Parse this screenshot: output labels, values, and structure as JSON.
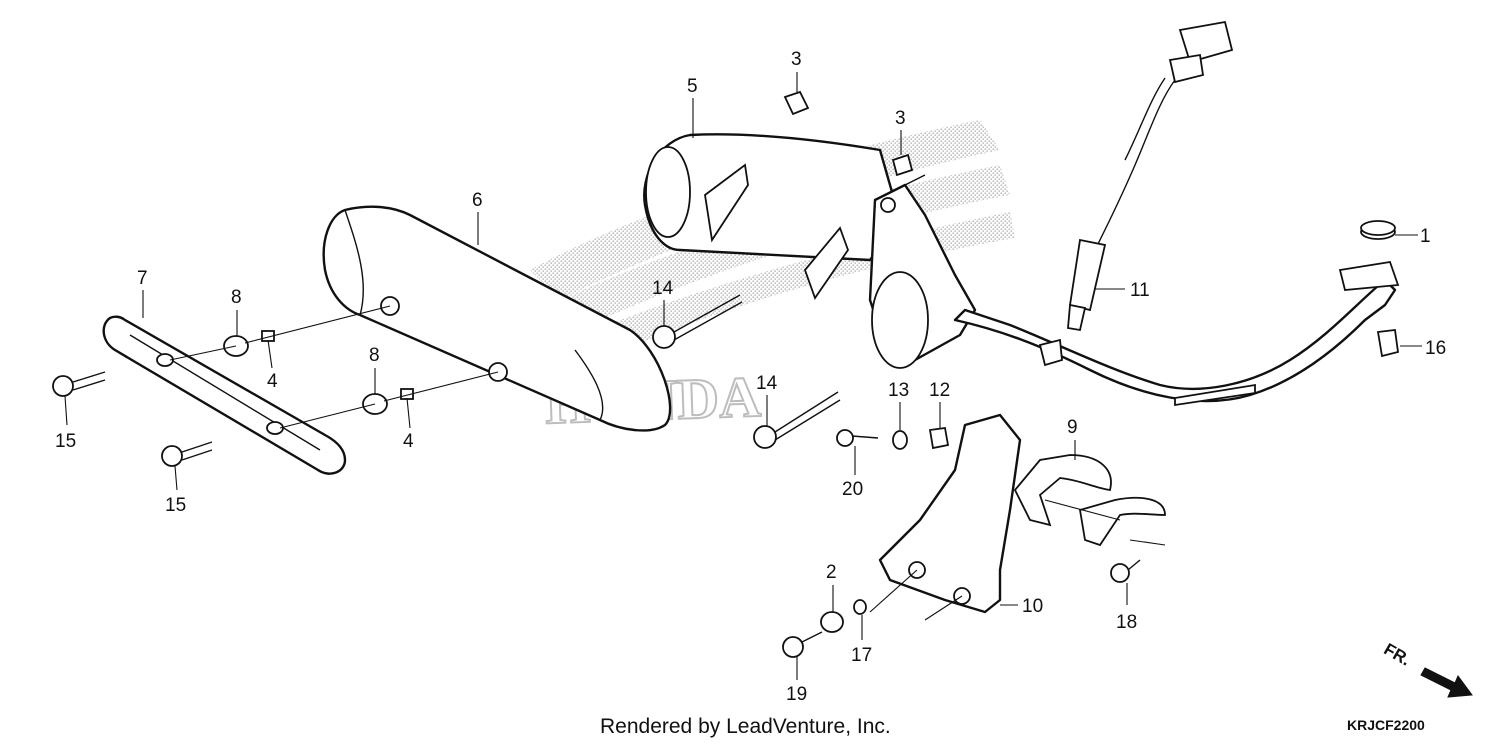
{
  "diagram": {
    "callouts": [
      {
        "id": "1",
        "label": "1"
      },
      {
        "id": "2",
        "label": "2"
      },
      {
        "id": "3a",
        "label": "3"
      },
      {
        "id": "3b",
        "label": "3"
      },
      {
        "id": "4a",
        "label": "4"
      },
      {
        "id": "4b",
        "label": "4"
      },
      {
        "id": "5",
        "label": "5"
      },
      {
        "id": "6",
        "label": "6"
      },
      {
        "id": "7",
        "label": "7"
      },
      {
        "id": "8a",
        "label": "8"
      },
      {
        "id": "8b",
        "label": "8"
      },
      {
        "id": "9",
        "label": "9"
      },
      {
        "id": "10",
        "label": "10"
      },
      {
        "id": "11",
        "label": "11"
      },
      {
        "id": "12",
        "label": "12"
      },
      {
        "id": "13",
        "label": "13"
      },
      {
        "id": "14a",
        "label": "14"
      },
      {
        "id": "14b",
        "label": "14"
      },
      {
        "id": "15a",
        "label": "15"
      },
      {
        "id": "15b",
        "label": "15"
      },
      {
        "id": "16",
        "label": "16"
      },
      {
        "id": "17",
        "label": "17"
      },
      {
        "id": "18",
        "label": "18"
      },
      {
        "id": "19",
        "label": "19"
      },
      {
        "id": "20",
        "label": "20"
      }
    ],
    "watermark": "HONDA",
    "credit": "Rendered by LeadVenture, Inc.",
    "diagram_code": "KRJCF2200",
    "direction_label": "FR."
  }
}
